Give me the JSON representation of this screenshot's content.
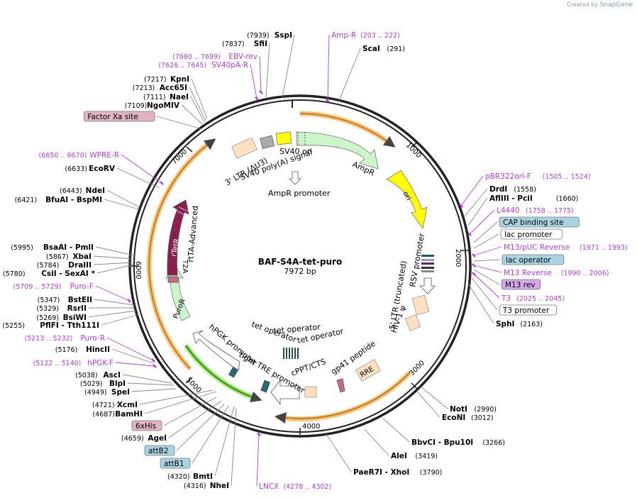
{
  "credit": {
    "prefix": "Created by",
    "brand": "SnapGene"
  },
  "plasmid": {
    "name": "BAF-S4A-tet-puro",
    "length_text": "7972 bp",
    "length": 7972
  },
  "ticks": [
    {
      "pos": 1000,
      "label": "1000"
    },
    {
      "pos": 2000,
      "label": "2000"
    },
    {
      "pos": 3000,
      "label": "3000"
    },
    {
      "pos": 4000,
      "label": "4000"
    },
    {
      "pos": 5000,
      "label": "5000"
    },
    {
      "pos": 6000,
      "label": "6000"
    },
    {
      "pos": 7000,
      "label": "7000"
    }
  ],
  "features": [
    {
      "name": "SV40 ori",
      "start": 7900,
      "end": 8000,
      "color": "#ffff00"
    },
    {
      "name": "AmpR promoter",
      "start": 7800,
      "end": 7870,
      "color": "#ffffff"
    },
    {
      "name": "AmpR",
      "start": 8000,
      "end": 8650,
      "color": "#ccf5cc"
    },
    {
      "name": "ori",
      "start": 8850,
      "end": 9400,
      "color": "#ffff00"
    },
    {
      "name": "RSV promoter",
      "start": 9650,
      "end": 9860,
      "color": "#ffffff"
    },
    {
      "name": "5' LTR (truncated)",
      "start": 9900,
      "end": 10060,
      "color": "#ffe0c0"
    },
    {
      "name": "HIV-1 ψ",
      "start": 10100,
      "end": 10220,
      "color": "#ffe0c0"
    },
    {
      "name": "RRE",
      "start": 10850,
      "end": 11080,
      "color": "#ffe0c0"
    },
    {
      "name": "gp41 peptide",
      "start": 11150,
      "end": 11230,
      "color": "#c86a8a"
    },
    {
      "name": "cPPT/CTS",
      "start": 11400,
      "end": 11520,
      "color": "#ffe0c0"
    },
    {
      "name": "tight TRE promoter",
      "start": 11600,
      "end": 11950,
      "color": "#ffffff"
    },
    {
      "name": "hPGK promoter",
      "start": 12120,
      "end": 12650,
      "color": "#ffffff"
    },
    {
      "name": "PuroR",
      "start": 12680,
      "end": 13260,
      "color": "#ccf5cc"
    },
    {
      "name": "T2A",
      "start": 13270,
      "end": 13330,
      "color": "#c86a8a"
    },
    {
      "name": "rTetR",
      "start": 13350,
      "end": 13750,
      "color": "#8a2050"
    },
    {
      "name": "rtTA-Advanced",
      "start": 13760,
      "end": 13800,
      "color": "#ffffff"
    },
    {
      "name": "3' LTR (ΔU3)",
      "start": 7350,
      "end": 7600,
      "color": "#ffe0c0"
    },
    {
      "name": "SV40 poly(A) signal",
      "start": 7650,
      "end": 7760,
      "color": "#aaaaaa"
    }
  ],
  "feature_text": {
    "center_left": [
      "3' LTR (ΔU3)",
      "SV40 poly(A) signal",
      "SV40 ori"
    ],
    "ampR_promoter": "AmpR promoter",
    "ampR": "AmpR",
    "ori": "ori",
    "rsv": "RSV promoter",
    "ltr5": "5' LTR (truncated)",
    "hiv": "HIV-1 ψ",
    "rre": "RRE",
    "gp41": "gp41 peptide",
    "cppt": "cPPT/CTS",
    "tet_op_1": "tet operator",
    "tet_op_2": "tet operator",
    "tet_op_3": "tet operator",
    "tre": "tight TRE promoter",
    "hpgk": "hPGK promoter",
    "puror": "PuroR",
    "t2a": "T2A",
    "rtetr": "rTetR",
    "rtta": "rtTA-Advanced"
  },
  "sites_right": [
    {
      "pos": "(1505 .. 1524)",
      "name": "pBR322ori-F",
      "kind": "primer"
    },
    {
      "pos": "(1558)",
      "name": "DrdI",
      "kind": "enzyme"
    },
    {
      "pos": "(1660)",
      "name": "AflIII - PciI",
      "kind": "enzyme"
    },
    {
      "pos": "(1758 .. 1775)",
      "name": "L4440",
      "kind": "primer"
    },
    {
      "pos": "",
      "name": "CAP binding site",
      "kind": "box_blue"
    },
    {
      "pos": "",
      "name": "lac promoter",
      "kind": "box_white"
    },
    {
      "pos": "(1971 .. 1993)",
      "name": "M13/pUC Reverse",
      "kind": "primer"
    },
    {
      "pos": "",
      "name": "lac operator",
      "kind": "box_blue"
    },
    {
      "pos": "(1990 .. 2006)",
      "name": "M13 Reverse",
      "kind": "primer"
    },
    {
      "pos": "",
      "name": "M13 rev",
      "kind": "box_purple"
    },
    {
      "pos": "(2025 .. 2045)",
      "name": "T3",
      "kind": "primer"
    },
    {
      "pos": "",
      "name": "T3 promoter",
      "kind": "box_white"
    },
    {
      "pos": "(2163)",
      "name": "SphI",
      "kind": "enzyme"
    },
    {
      "pos": "(2990)",
      "name": "NotI",
      "kind": "enzyme"
    },
    {
      "pos": "(3012)",
      "name": "EcoNI",
      "kind": "enzyme"
    },
    {
      "pos": "(3266)",
      "name": "BbvCI - Bpu10I",
      "kind": "enzyme"
    },
    {
      "pos": "(3419)",
      "name": "AleI",
      "kind": "enzyme"
    },
    {
      "pos": "(3790)",
      "name": "PaeR7I - XhoI",
      "kind": "enzyme"
    },
    {
      "pos": "(4278 .. 4302)",
      "name": "LNCX",
      "kind": "primer"
    },
    {
      "pos": "(203 .. 222)",
      "name": "Amp-R",
      "kind": "primer"
    },
    {
      "pos": "(291)",
      "name": "ScaI",
      "kind": "enzyme"
    }
  ],
  "sites_left": [
    {
      "pos": "(7939)",
      "name": "SspI",
      "kind": "enzyme"
    },
    {
      "pos": "(7837)",
      "name": "SfiI",
      "kind": "enzyme"
    },
    {
      "pos": "(7680 .. 7699)",
      "name": "EBV-rev",
      "kind": "primer"
    },
    {
      "pos": "(7626 .. 7645)",
      "name": "SV40pA-R",
      "kind": "primer"
    },
    {
      "pos": "(7217)",
      "name": "KpnI",
      "kind": "enzyme"
    },
    {
      "pos": "(7213)",
      "name": "Acc65I",
      "kind": "enzyme"
    },
    {
      "pos": "(7111)",
      "name": "NaeI",
      "kind": "enzyme"
    },
    {
      "pos": "(7109)",
      "name": "NgoMIV",
      "kind": "enzyme"
    },
    {
      "pos": "",
      "name": "Factor Xa site",
      "kind": "box_pink"
    },
    {
      "pos": "(6650 .. 6670)",
      "name": "WPRE-R",
      "kind": "primer"
    },
    {
      "pos": "(6633)",
      "name": "EcoRV",
      "kind": "enzyme"
    },
    {
      "pos": "(6443)",
      "name": "NdeI",
      "kind": "enzyme"
    },
    {
      "pos": "(6421)",
      "name": "BfuAI - BspMI",
      "kind": "enzyme"
    },
    {
      "pos": "(5995)",
      "name": "BsaAI - PmlI",
      "kind": "enzyme"
    },
    {
      "pos": "(5867)",
      "name": "XbaI",
      "kind": "enzyme"
    },
    {
      "pos": "(5784)",
      "name": "DraIII",
      "kind": "enzyme"
    },
    {
      "pos": "(5780)",
      "name": "CsiI - SexAI *",
      "kind": "enzyme"
    },
    {
      "pos": "(5709 .. 5729)",
      "name": "Puro-F",
      "kind": "primer"
    },
    {
      "pos": "(5347)",
      "name": "BstEII",
      "kind": "enzyme"
    },
    {
      "pos": "(5329)",
      "name": "RsrII",
      "kind": "enzyme"
    },
    {
      "pos": "(5269)",
      "name": "BsiWI",
      "kind": "enzyme"
    },
    {
      "pos": "(5255)",
      "name": "PflFI - Tth111I",
      "kind": "enzyme"
    },
    {
      "pos": "(5213 .. 5232)",
      "name": "Puro-R",
      "kind": "primer"
    },
    {
      "pos": "(5176)",
      "name": "HincII",
      "kind": "enzyme"
    },
    {
      "pos": "(5122 .. 5140)",
      "name": "hPGK-F",
      "kind": "primer"
    },
    {
      "pos": "(5038)",
      "name": "AscI",
      "kind": "enzyme"
    },
    {
      "pos": "(5029)",
      "name": "BlpI",
      "kind": "enzyme"
    },
    {
      "pos": "(4949)",
      "name": "SpeI",
      "kind": "enzyme"
    },
    {
      "pos": "(4721)",
      "name": "XcmI",
      "kind": "enzyme"
    },
    {
      "pos": "(4687)",
      "name": "BamHI",
      "kind": "enzyme"
    },
    {
      "pos": "",
      "name": "6xHis",
      "kind": "box_pink"
    },
    {
      "pos": "(4659)",
      "name": "AgeI",
      "kind": "enzyme"
    },
    {
      "pos": "",
      "name": "attB2",
      "kind": "box_blue"
    },
    {
      "pos": "",
      "name": "attB1",
      "kind": "box_blue"
    },
    {
      "pos": "(4320)",
      "name": "BmtI",
      "kind": "enzyme"
    },
    {
      "pos": "(4316)",
      "name": "NheI",
      "kind": "enzyme"
    }
  ],
  "colors": {
    "primer": "#b040d8",
    "enzyme": "#000000",
    "backbone": "#222222",
    "orange_arc": "#f7c87a",
    "green_arc": "#9be86a"
  }
}
